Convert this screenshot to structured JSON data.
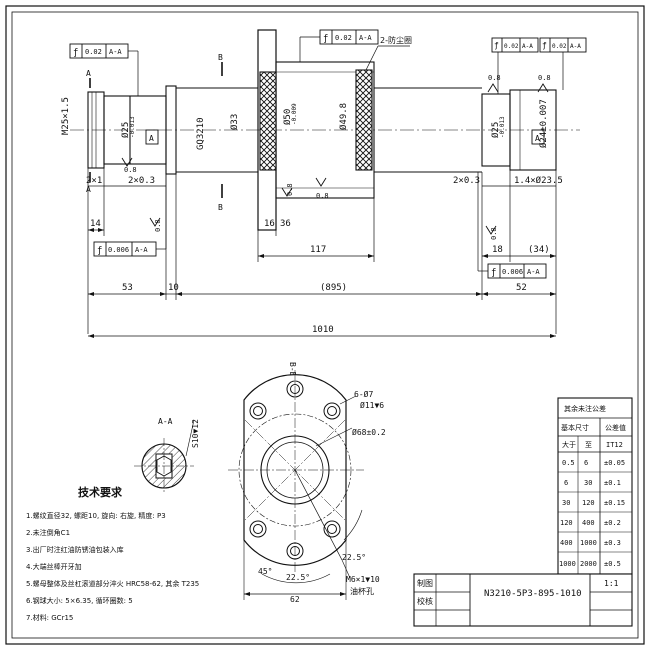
{
  "dims": {
    "m25": "M25×1.5",
    "d25a": "Ø25",
    "d25a_tol": "-0.013",
    "gq": "GQ3210",
    "d33": "Ø33",
    "d50": "Ø50",
    "d50_tol": "-0.009",
    "d49": "Ø49.8",
    "d25b": "Ø25",
    "d25b_tol": "-0.013",
    "d24": "Ø24±0.007",
    "ch1": "2×1",
    "ch2": "2×0.3",
    "ch3": "2×0.3",
    "ch4": "1.4×Ø23.5",
    "l14": "14",
    "l16": "16",
    "l36": "36",
    "l117": "117",
    "l18": "18",
    "l34": "(34)",
    "l53": "53",
    "l10": "10",
    "l895": "(895)",
    "l52": "52",
    "l1010": "1010",
    "r08": "0.8",
    "sec_b": "B",
    "sec_a": "A"
  },
  "tolerances": {
    "tl1": "0.02",
    "tl1_ref": "A-A",
    "tl2": "0.02",
    "tl2_ref": "A-A",
    "tl3": "0.02",
    "tl3_ref": "A-A",
    "tl4": "0.02",
    "tl4_ref": "A-A",
    "tl5": "0.006",
    "tl5_ref": "A-A",
    "tl6": "0.006",
    "tl6_ref": "A-A",
    "symbol": "ƒ"
  },
  "callout_coating": "2-防尘圈",
  "section_aa": {
    "title": "A-A",
    "label": "S10▼12"
  },
  "section_bb": {
    "title": "B-B",
    "holes": "6-Ø7",
    "cb": "Ø11▼6",
    "pcd": "Ø68±0.2",
    "ang1": "22.5°",
    "ang2": "22.5°",
    "ang3": "45°",
    "w62": "62",
    "thread": "M6×1▼10",
    "oil": "油杯孔"
  },
  "notes": {
    "title": "技术要求",
    "lines": [
      "1.螺纹直径32, 螺距10, 旋向: 右旋, 精度: P3",
      "2.未注倒角C1",
      "3.出厂时注红油防锈油包装入库",
      "4.大端丝棒开牙加",
      "5.螺母整体及丝杠滚道部分淬火 HRC58-62, 其余 T235",
      "6.钢球大小: 5×6.35, 循环圈数: 5",
      "7.材料: GCr15"
    ]
  },
  "tol_table": {
    "title": "其余未注公差",
    "col1": "基本尺寸",
    "col2": "公差值",
    "sub1": "大于",
    "sub2": "至",
    "sub3": "IT12",
    "rows": [
      [
        "0.5",
        "6",
        "±0.05"
      ],
      [
        "6",
        "30",
        "±0.1"
      ],
      [
        "30",
        "120",
        "±0.15"
      ],
      [
        "120",
        "400",
        "±0.2"
      ],
      [
        "400",
        "1000",
        "±0.3"
      ],
      [
        "1000",
        "2000",
        "±0.5"
      ]
    ]
  },
  "title_block": {
    "r1": "制图",
    "r2": "校核",
    "part": "N3210-5P3-895-1010",
    "scale": "1:1"
  }
}
